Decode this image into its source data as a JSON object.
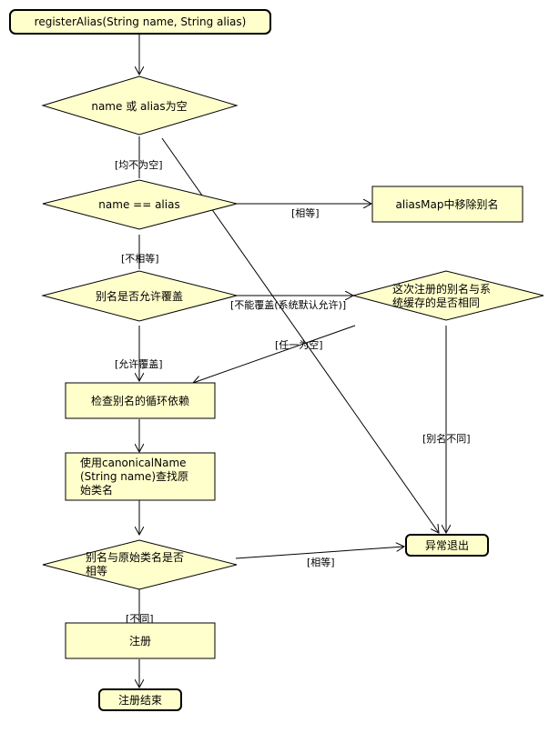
{
  "nodes": {
    "start": "registerAlias(String name, String alias)",
    "check_empty": "name 或 alias为空",
    "check_equal": "name == alias",
    "remove_alias": "aliasMap中移除别名",
    "allow_override": "别名是否允许覆盖",
    "same_cached_l1": "这次注册的别名与系",
    "same_cached_l2": "统缓存的是否相同",
    "check_circular": "检查别名的循环依赖",
    "canonical_l1": "使用canonicalName",
    "canonical_l2": "(String name)查找原",
    "canonical_l3": "始类名",
    "alias_eq_orig_l1": "别名与原始类名是否",
    "alias_eq_orig_l2": "相等",
    "register": "注册",
    "exception_exit": "异常退出",
    "end": "注册结束"
  },
  "edge_labels": {
    "both_not_empty": "[均不为空]",
    "equal_remove": "[相等]",
    "not_equal": "[不相等]",
    "cannot_override": "[不能覆盖(系统默认允许)]",
    "either_empty": "[任一为空]",
    "allow_override": "[允许覆盖]",
    "alias_different": "[别名不同]",
    "equal_exit": "[相等]",
    "different": "[不同]"
  }
}
